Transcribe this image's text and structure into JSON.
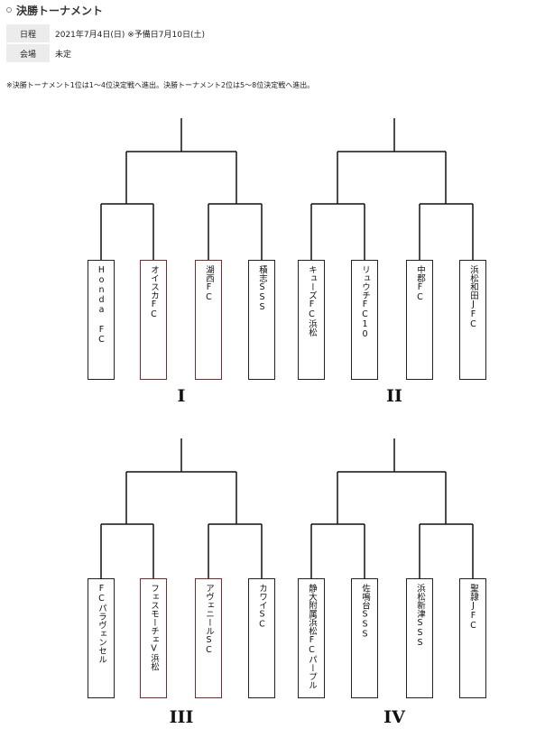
{
  "header": {
    "title": "決勝トーナメント"
  },
  "info": {
    "date_label": "日程",
    "date_value": "2021年7月4日(日) ※予備日7月10日(土)",
    "venue_label": "会場",
    "venue_value": "未定"
  },
  "note": "※決勝トーナメント1位は1～4位決定戦へ進出。決勝トーナメント2位は5～8位決定戦へ進出。",
  "groups": [
    {
      "label": "I",
      "teams": [
        "Honda FC",
        "オイスカFC",
        "湖西FC",
        "積志SSS"
      ]
    },
    {
      "label": "II",
      "teams": [
        "キューズFC浜松",
        "リュウチFC10",
        "中郡FC",
        "浜松和田JFC"
      ]
    },
    {
      "label": "III",
      "teams": [
        "FCパラヴェンセル",
        "フェスモーチェV浜松",
        "アヴェニールSC",
        "カワイSC"
      ]
    },
    {
      "label": "IV",
      "teams": [
        "静大附属浜松FCパープル",
        "佐鳴台SSS",
        "浜松新津SSS",
        "聖隷JFC"
      ]
    }
  ]
}
